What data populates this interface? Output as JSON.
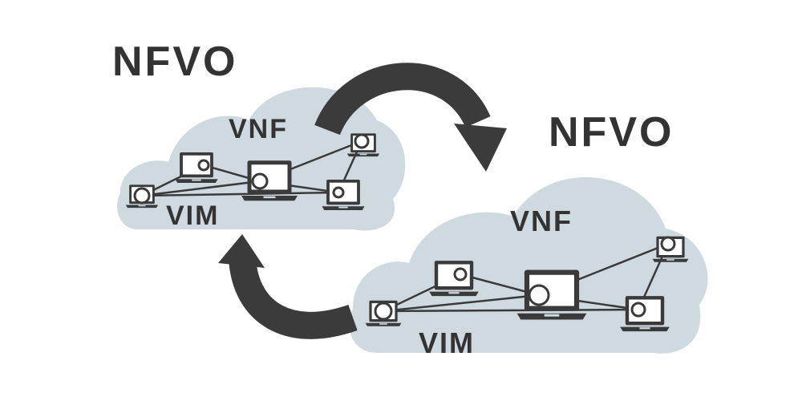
{
  "clouds": [
    {
      "nfvo_label": "NFVO",
      "vnf_label": "VNF",
      "vim_label": "VIM"
    },
    {
      "nfvo_label": "NFVO",
      "vnf_label": "VNF",
      "vim_label": "VIM"
    }
  ],
  "colors": {
    "cloud": "#cfd9e0",
    "ink": "#3a3a3a",
    "label": "#333333",
    "arrow": "#3b3b3b",
    "screen": "#ffffff"
  }
}
